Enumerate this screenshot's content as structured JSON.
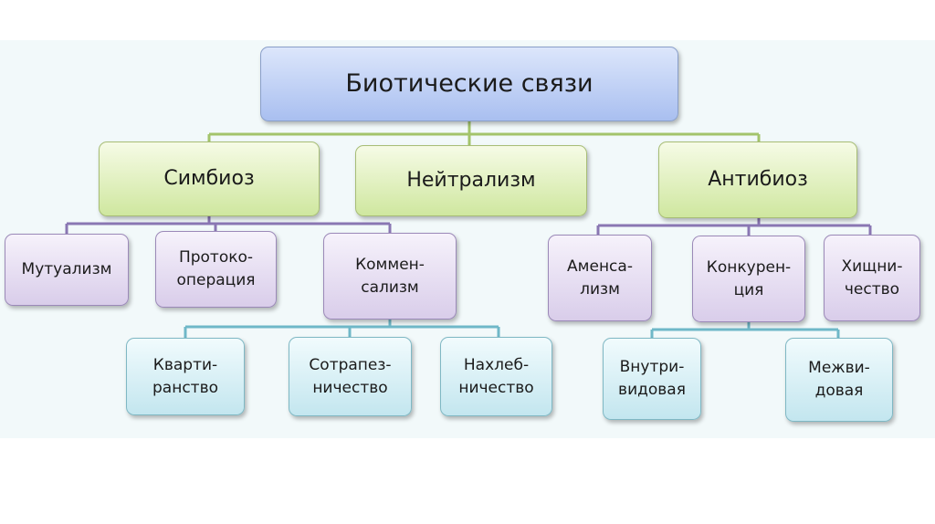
{
  "diagram": {
    "root": {
      "label": "Биотические связи"
    },
    "groups": [
      {
        "label": "Симбиоз",
        "children": [
          {
            "label": "Мутуализм"
          },
          {
            "label": "Протоко-\nоперация"
          },
          {
            "label": "Коммен-\nсализм",
            "children": [
              {
                "label": "Кварти-\nранство"
              },
              {
                "label": "Сотрапез-\nничество"
              },
              {
                "label": "Нахлеб-\nничество"
              }
            ]
          }
        ]
      },
      {
        "label": "Нейтрализм"
      },
      {
        "label": "Антибиоз",
        "children": [
          {
            "label": "Аменса-\nлизм"
          },
          {
            "label": "Конкурен-\nция",
            "children": [
              {
                "label": "Внутри-\nвидовая"
              },
              {
                "label": "Межви-\nдовая"
              }
            ]
          },
          {
            "label": "Хищни-\nчество"
          }
        ]
      }
    ],
    "colors": {
      "root_connector": "#a3c46b",
      "level2_connector": "#8a77b3",
      "level3_connector": "#6fb8c8"
    }
  }
}
